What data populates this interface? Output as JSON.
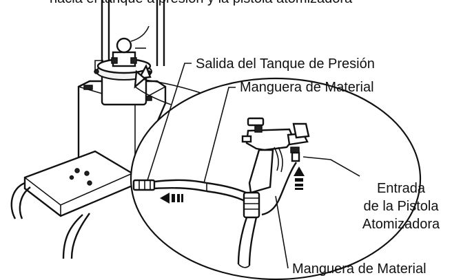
{
  "header_text": "hacia el tanque a presión y la pistola atomizadora",
  "labels": {
    "tank_outlet": "Salida del Tanque de Presión",
    "material_hose_top": "Manguera de Material",
    "gun_inlet_line1": "Entrada",
    "gun_inlet_line2": "de la Pistola",
    "gun_inlet_line3": "Atomizadora",
    "material_hose_bottom": "Manguera de Material"
  },
  "colors": {
    "ink": "#111111",
    "background": "#ffffff"
  },
  "icons": [
    "flow-arrow-left-icon",
    "flow-arrow-up-icon",
    "zoom-callout-arrow-icon"
  ]
}
